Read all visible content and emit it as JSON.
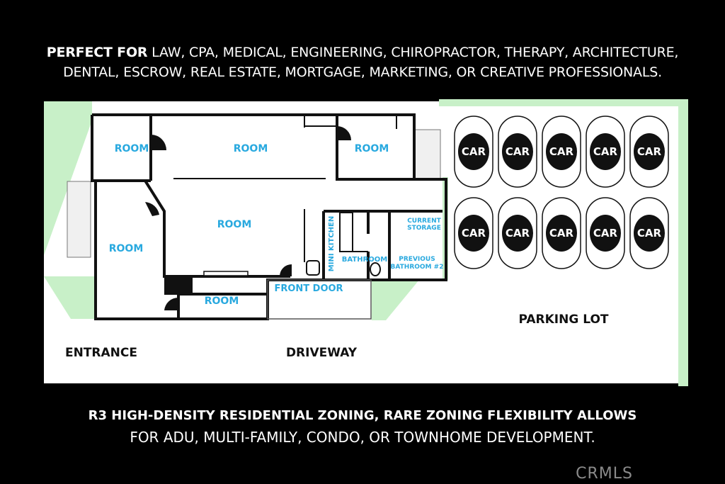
{
  "header": {
    "lead": "PERFECT FOR",
    "line1_rest": " LAW, CPA, MEDICAL, ENGINEERING, CHIROPRACTOR, THERAPY, ARCHITECTURE,",
    "line2": "DENTAL, ESCROW, REAL ESTATE, MORTGAGE, MARKETING, OR CREATIVE PROFESSIONALS."
  },
  "floorplan": {
    "rooms": {
      "room_top_left": "ROOM",
      "room_top_center": "ROOM",
      "room_top_right": "ROOM",
      "room_center": "ROOM",
      "room_left": "ROOM",
      "room_bottom": "ROOM",
      "mini_kitchen": "MINI KITCHEN",
      "bathroom": "BATHROOM",
      "current_storage_1": "CURRENT",
      "current_storage_2": "STORAGE",
      "previous_bathroom_1": "PREVIOUS",
      "previous_bathroom_2": "BATHROOM #2",
      "front_door": "FRONT DOOR"
    },
    "site": {
      "entrance": "ENTRANCE",
      "driveway": "DRIVEWAY",
      "parking_lot": "PARKING LOT"
    },
    "car_label": "CAR",
    "car_rows": 2,
    "cars_per_row": 5
  },
  "footer": {
    "line1": "R3 HIGH-DENSITY RESIDENTIAL ZONING, RARE ZONING FLEXIBILITY ALLOWS",
    "line2": "FOR ADU, MULTI-FAMILY, CONDO, OR TOWNHOME DEVELOPMENT."
  },
  "watermark": "CRMLS",
  "colors": {
    "background": "#000000",
    "site": "#ffffff",
    "landscape": "#c8f0c8",
    "room_label": "#29a9df",
    "wall": "#111111"
  }
}
